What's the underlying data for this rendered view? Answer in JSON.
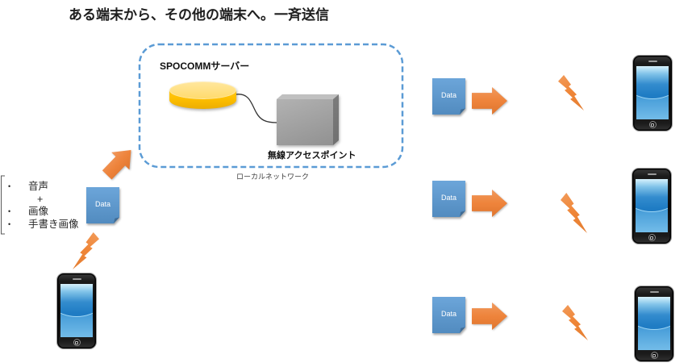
{
  "title": "ある端末から、その他の端末へ。一斉送信",
  "sender": {
    "content_types": {
      "bullet_char": "•",
      "items": [
        {
          "text": "音声",
          "bulleted": true
        },
        {
          "text": "+",
          "bulleted": false
        },
        {
          "text": "画像",
          "bulleted": true
        },
        {
          "text": "手書き画像",
          "bulleted": true
        }
      ]
    },
    "data_label": "Data",
    "icons": {
      "document": "data-document-icon",
      "upload_arrow": "arrow-up-right-icon",
      "signal": "lightning-bolt-icon",
      "device": "smartphone-icon"
    }
  },
  "local_network": {
    "label": "ローカルネットワーク",
    "server": {
      "label": "SPOCOMMサーバー",
      "icon": "database-cylinder-icon"
    },
    "access_point": {
      "label": "無線アクセスポイント",
      "icon": "access-point-box-icon"
    }
  },
  "receivers": [
    {
      "data_label": "Data",
      "icons": {
        "document": "data-document-icon",
        "arrow": "arrow-right-icon",
        "signal": "lightning-bolt-icon",
        "device": "smartphone-icon"
      }
    },
    {
      "data_label": "Data",
      "icons": {
        "document": "data-document-icon",
        "arrow": "arrow-right-icon",
        "signal": "lightning-bolt-icon",
        "device": "smartphone-icon"
      }
    },
    {
      "data_label": "Data",
      "icons": {
        "document": "data-document-icon",
        "arrow": "arrow-right-icon",
        "signal": "lightning-bolt-icon",
        "device": "smartphone-icon"
      }
    }
  ],
  "colors": {
    "network_border": "#5b9bd5",
    "data_document": "#5b9bd5",
    "arrow": "#ed7d31",
    "signal": "#ef8536",
    "server": "#ffc000",
    "access_point": "#a5a5a5",
    "phone_body": "#111111",
    "phone_screen": "#1f7cc4"
  }
}
